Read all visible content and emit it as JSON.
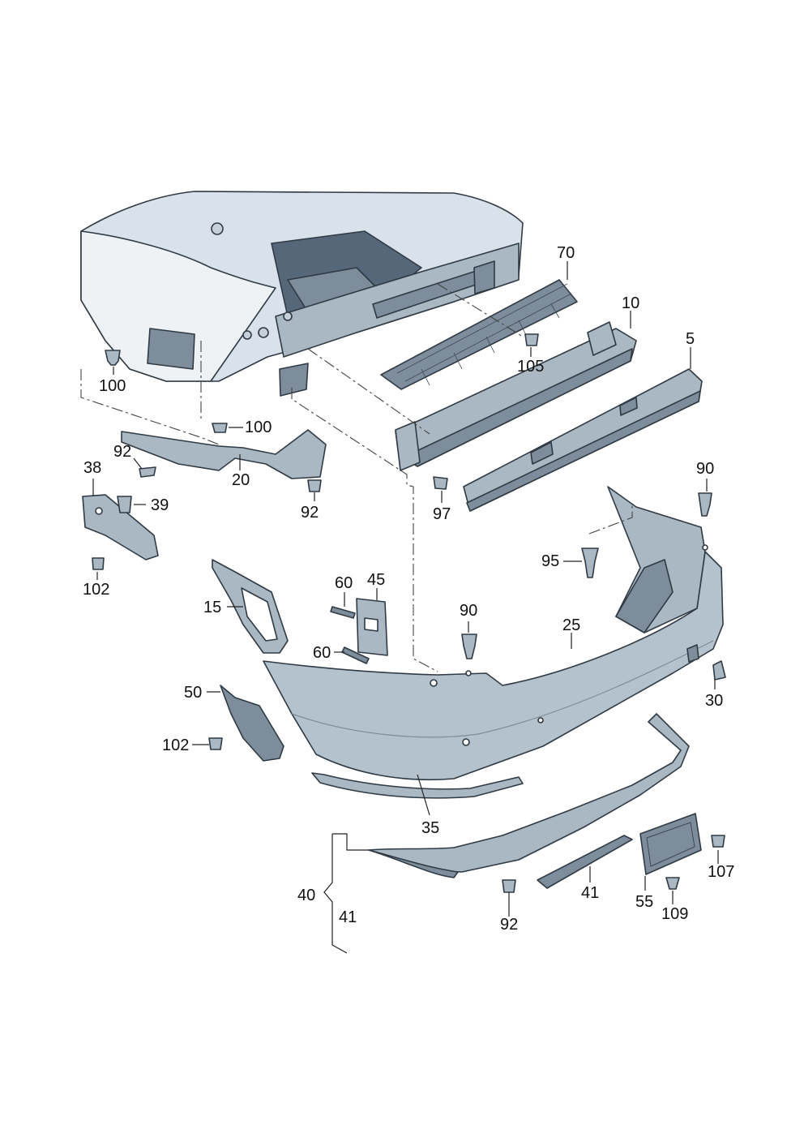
{
  "colors": {
    "body_light": "#d9e2ea",
    "part_mid": "#aab8c4",
    "part_dark": "#7d8d9c",
    "part_deep": "#56677a",
    "outline": "#2f3a44",
    "label": "#111111"
  },
  "labels": {
    "p70": "70",
    "p10": "10",
    "p5": "5",
    "p105": "105",
    "p100_a": "100",
    "p100_b": "100",
    "p92_a": "92",
    "p20": "20",
    "p92_b": "92",
    "p97": "97",
    "p38": "38",
    "p39": "39",
    "p102_a": "102",
    "p90_a": "90",
    "p95": "95",
    "p15": "15",
    "p60_a": "60",
    "p45": "45",
    "p60_b": "60",
    "p90_b": "90",
    "p25": "25",
    "p30": "30",
    "p50": "50",
    "p102_b": "102",
    "p35": "35",
    "p40": "40",
    "p41_a": "41",
    "p92_c": "92",
    "p41_b": "41",
    "p55": "55",
    "p107": "107",
    "p109": "109"
  }
}
